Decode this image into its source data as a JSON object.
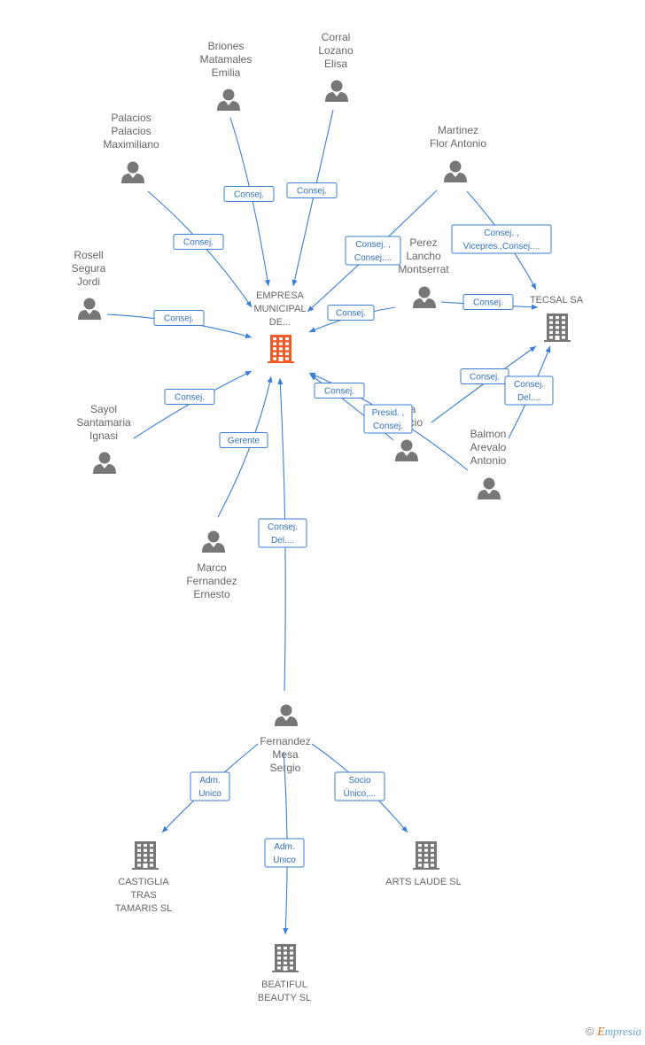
{
  "colors": {
    "edge": "#3a7fd5",
    "person": "#777777",
    "company": "#777777",
    "center": "#f05a28"
  },
  "center": {
    "lines": [
      "EMPRESA",
      "MUNICIPAL",
      "DE..."
    ]
  },
  "companies": [
    {
      "id": "tecsal",
      "lines": [
        "TECSAL SA"
      ]
    },
    {
      "id": "castiglia",
      "lines": [
        "CASTIGLIA",
        "TRAS",
        "TAMARIS  SL"
      ]
    },
    {
      "id": "arts",
      "lines": [
        "ARTS LAUDE SL"
      ]
    },
    {
      "id": "beatiful",
      "lines": [
        "BEATIFUL",
        "BEAUTY SL"
      ]
    }
  ],
  "people": [
    {
      "id": "briones",
      "lines": [
        "Briones",
        "Matamales",
        "Emilia"
      ]
    },
    {
      "id": "corral",
      "lines": [
        "Corral",
        "Lozano",
        "Elisa"
      ]
    },
    {
      "id": "palacios",
      "lines": [
        "Palacios",
        "Palacios",
        "Maximiliano"
      ]
    },
    {
      "id": "martinez",
      "lines": [
        "Martinez",
        "Flor Antonio"
      ]
    },
    {
      "id": "rosell",
      "lines": [
        "Rosell",
        "Segura",
        "Jordi"
      ]
    },
    {
      "id": "perez",
      "lines": [
        "Perez",
        "Lancho",
        "Montserrat"
      ]
    },
    {
      "id": "sayol",
      "lines": [
        "Sayol",
        "Santamaria",
        "Ignasi"
      ]
    },
    {
      "id": "socio",
      "lines": [
        "a",
        "ocio"
      ]
    },
    {
      "id": "balmon",
      "lines": [
        "Balmon",
        "Arevalo",
        "Antonio"
      ]
    },
    {
      "id": "marco",
      "lines": [
        "Marco",
        "Fernandez",
        "Ernesto"
      ]
    },
    {
      "id": "fernandez",
      "lines": [
        "Fernandez",
        "Mesa",
        "Sergio"
      ]
    }
  ],
  "edges": [
    {
      "id": "briones-center",
      "lines": [
        "Consej."
      ]
    },
    {
      "id": "corral-center",
      "lines": [
        "Consej."
      ]
    },
    {
      "id": "palacios-center",
      "lines": [
        "Consej."
      ]
    },
    {
      "id": "martinez-center",
      "lines": [
        "Consej. ,",
        "Consej...."
      ]
    },
    {
      "id": "martinez-tecsal",
      "lines": [
        "Consej. ,",
        "Vicepres.,Consej...."
      ]
    },
    {
      "id": "rosell-center",
      "lines": [
        "Consej."
      ]
    },
    {
      "id": "perez-center",
      "lines": [
        "Consej."
      ]
    },
    {
      "id": "perez-tecsal",
      "lines": [
        "Consej."
      ]
    },
    {
      "id": "sayol-center",
      "lines": [
        "Consej."
      ]
    },
    {
      "id": "balmon-center",
      "lines": [
        "Consej."
      ]
    },
    {
      "id": "socio-center",
      "lines": [
        "Presid. ,",
        "Consej."
      ]
    },
    {
      "id": "socio-tecsal",
      "lines": [
        "Consej."
      ]
    },
    {
      "id": "balmon-tecsal",
      "lines": [
        "Consej.",
        "Del...."
      ]
    },
    {
      "id": "marco-center",
      "lines": [
        "Gerente"
      ]
    },
    {
      "id": "fernandez-center",
      "lines": [
        "Consej.",
        "Del...."
      ]
    },
    {
      "id": "fernandez-castiglia",
      "lines": [
        "Adm.",
        "Unico"
      ]
    },
    {
      "id": "fernandez-beatiful",
      "lines": [
        "Adm.",
        "Unico"
      ]
    },
    {
      "id": "fernandez-arts",
      "lines": [
        "Socio",
        "Único,..."
      ]
    }
  ],
  "footer": {
    "copyright": "©",
    "brand_initial": "E",
    "brand_rest": "mpresia"
  }
}
